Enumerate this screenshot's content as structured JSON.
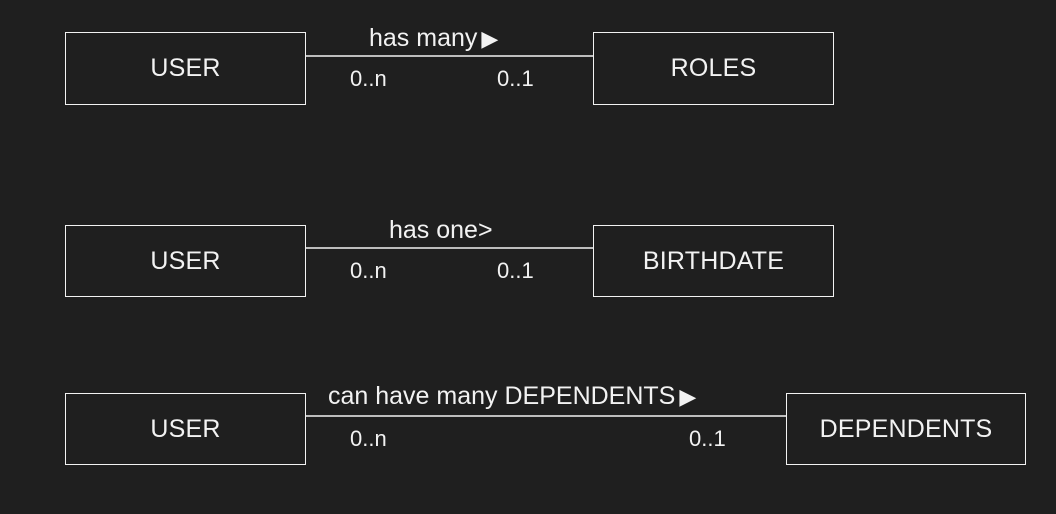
{
  "relationships": [
    {
      "source": "USER",
      "target": "ROLES",
      "label": "has many",
      "arrow": "▶",
      "source_card": "0..n",
      "target_card": "0..1"
    },
    {
      "source": "USER",
      "target": "BIRTHDATE",
      "label": "has one>",
      "arrow": "",
      "source_card": "0..n",
      "target_card": "0..1"
    },
    {
      "source": "USER",
      "target": "DEPENDENTS",
      "label": "can have many DEPENDENTS",
      "arrow": "▶",
      "source_card": "0..n",
      "target_card": "0..1"
    }
  ],
  "colors": {
    "background": "#1f1f1f",
    "stroke": "#f2f2f2"
  }
}
